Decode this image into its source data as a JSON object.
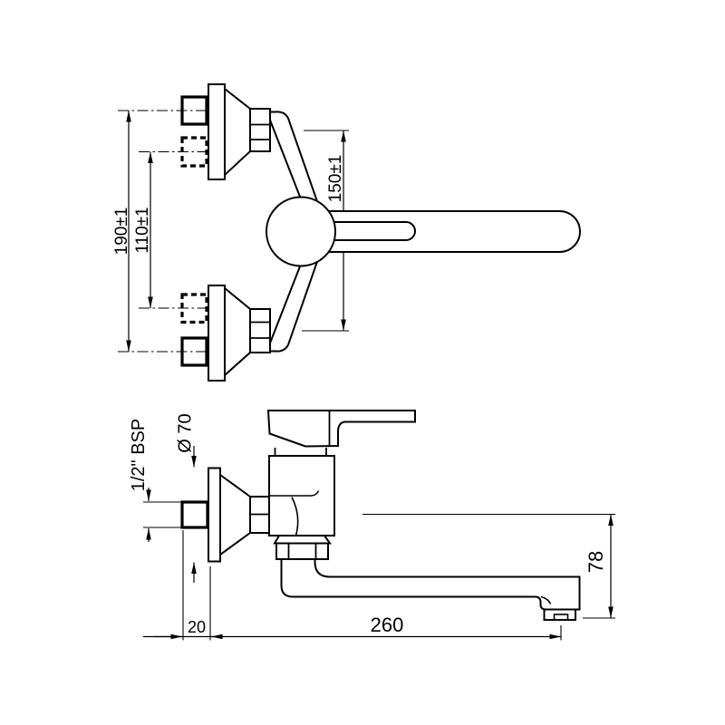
{
  "background": "#ffffff",
  "line_color": "#000000",
  "drawing": {
    "type": "faucet installation dimensional drawing",
    "views": {
      "top": {
        "dims": {
          "span_190": "190±1",
          "span_110": "110±1",
          "span_150": "150±1"
        }
      },
      "front": {
        "dims": {
          "thread": "1/2\" BSP",
          "flange_dia": "Ø 70",
          "wall_depth": "20",
          "reach": "260",
          "height": "78"
        }
      }
    }
  }
}
